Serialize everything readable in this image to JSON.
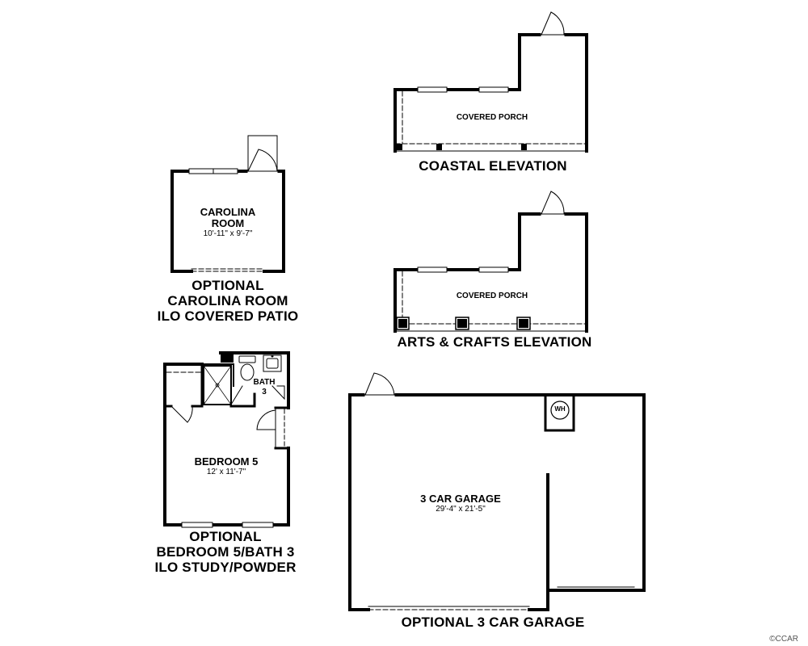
{
  "coastal": {
    "room_label": "COVERED PORCH",
    "caption": "COASTAL ELEVATION"
  },
  "arts_crafts": {
    "room_label": "COVERED PORCH",
    "caption": "ARTS & CRAFTS ELEVATION"
  },
  "carolina": {
    "room_name_1": "CAROLINA",
    "room_name_2": "ROOM",
    "room_dims": "10'-11\" x 9'-7\"",
    "caption_1": "OPTIONAL",
    "caption_2": "CAROLINA ROOM",
    "caption_3": "ILO COVERED PATIO"
  },
  "bedroom": {
    "bath_name_1": "BATH",
    "bath_name_2": "3",
    "room_name": "BEDROOM 5",
    "room_dims": "12' x 11'-7\"",
    "caption_1": "OPTIONAL",
    "caption_2": "BEDROOM 5/BATH 3",
    "caption_3": "ILO STUDY/POWDER"
  },
  "garage": {
    "wh_label": "WH",
    "room_name": "3 CAR GARAGE",
    "room_dims": "29'-4\" x 21'-5\"",
    "caption": "OPTIONAL 3 CAR GARAGE"
  },
  "logo": "©CCAR"
}
